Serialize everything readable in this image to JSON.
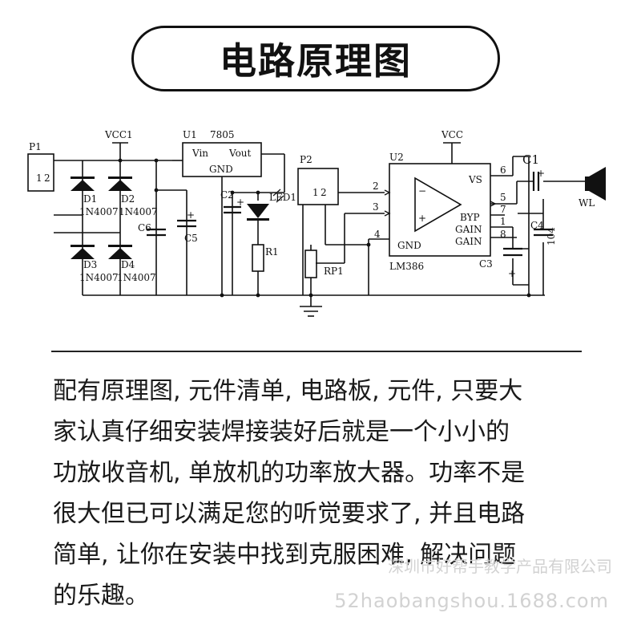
{
  "title": "电路原理图",
  "schematic": {
    "labels": {
      "p1": "P1",
      "p1_pin1": "1",
      "p1_pin2": "2",
      "vcc1": "VCC1",
      "d1": "D1",
      "d2": "D2",
      "d3": "D3",
      "d4": "D4",
      "d1_model": "1N4007",
      "d2_model": "1N4007",
      "d3_model": "1N4007",
      "d4_model": "1N4007",
      "u1": "U1",
      "u1_model": "7805",
      "vin": "Vin",
      "vout": "Vout",
      "gnd_u1": "GND",
      "c6": "C6",
      "c5": "C5",
      "c2": "C2",
      "plus": "+",
      "led1": "LED1",
      "r1": "R1",
      "p2": "P2",
      "p2_pin1": "1",
      "p2_pin2": "2",
      "rp1": "RP1",
      "vcc": "VCC",
      "u2": "U2",
      "lm386": "LM386",
      "vs": "VS",
      "byp": "BYP",
      "gain1": "GAIN",
      "gain2": "GAIN",
      "gnd_u2": "GND",
      "opamp_minus": "−",
      "opamp_plus": "+",
      "pin2": "2",
      "pin3": "3",
      "pin4": "4",
      "pin6": "6",
      "pin5": "5",
      "pin7": "7",
      "pin1": "1",
      "pin8": "8",
      "c1": "C1",
      "c4": "C4",
      "c3": "C3",
      "val104": "104",
      "wl": "WL"
    }
  },
  "description": {
    "lines": [
      "配有原理图, 元件清单, 电路板, 元件, 只要大",
      "家认真仔细安装焊接装好后就是一个小小的",
      "功放收音机, 单放机的功率放大器。功率不是",
      "很大但已可以满足您的听觉要求了, 并且电路",
      "简单, 让你在安装中找到克服困难, 解决问题",
      "的乐趣。"
    ]
  },
  "watermark": {
    "company": "深圳市好帮手教学产品有限公司",
    "url": "52haobangshou.1688.com"
  }
}
